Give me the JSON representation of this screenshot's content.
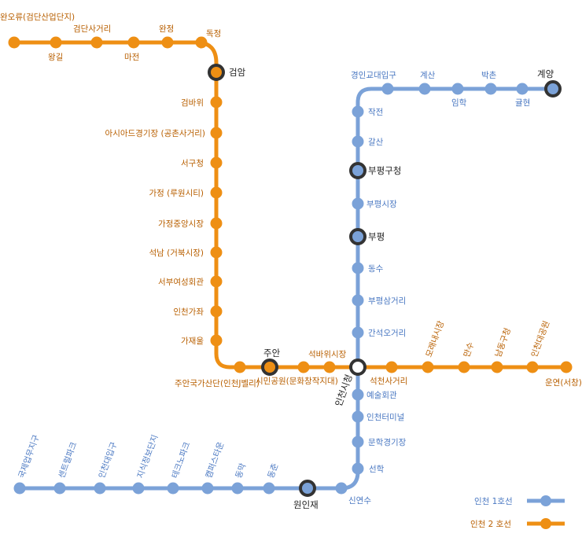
{
  "colors": {
    "line1": "#7ba2d8",
    "line2": "#ee8f14",
    "line1_text": "#4a78c2",
    "line2_text": "#b85f00",
    "transfer": "#333333"
  },
  "legend": {
    "line1": "인천 1호선",
    "line2": "인천 2 호선"
  },
  "transfers": [
    "검암",
    "부평구청",
    "부평",
    "주안",
    "인천시청",
    "원인재",
    "계양"
  ],
  "line1": {
    "stations": [
      "계양",
      "귤현",
      "박촌",
      "임학",
      "계산",
      "경인교대입구",
      "작전",
      "갈산",
      "부평구청",
      "부평시장",
      "부평",
      "동수",
      "부평삼거리",
      "간석오거리",
      "인천시청",
      "예술회관",
      "인천터미널",
      "문학경기장",
      "선학",
      "신연수",
      "원인재",
      "동춘",
      "동막",
      "캠퍼스타운",
      "테크노파크",
      "지식정보단지",
      "인천대입구",
      "센트럴파크",
      "국제업무지구"
    ]
  },
  "line2": {
    "stations": [
      "완오류(검단산업단지)",
      "왕길",
      "검단사거리",
      "마전",
      "완정",
      "독정",
      "검암",
      "검바위",
      "아시아드경기장 (공촌사거리)",
      "서구청",
      "가정 (루원시티)",
      "가정중앙시장",
      "석남 (거북시장)",
      "서부여성회관",
      "인천가좌",
      "가재울",
      "주안국가산단(인천J벨리)",
      "주안",
      "시민공원(문화창작지대)",
      "석바위시장",
      "인천시청",
      "석천사거리",
      "모래내시장",
      "만수",
      "남동구청",
      "인천대공원",
      "운연(서창)"
    ]
  }
}
